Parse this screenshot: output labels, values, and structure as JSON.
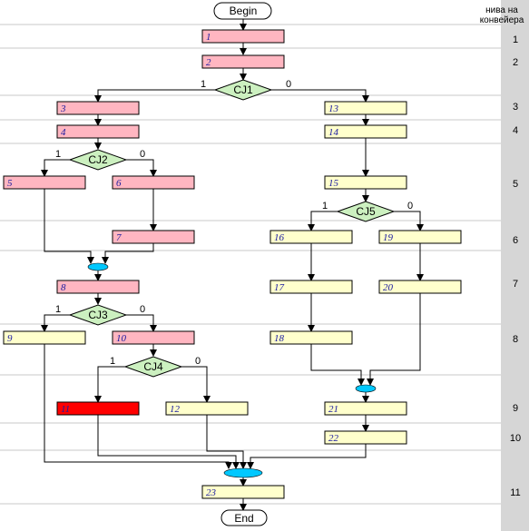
{
  "header": {
    "line1": "нива на",
    "line2": "конвейера"
  },
  "terminals": {
    "begin": "Begin",
    "end": "End"
  },
  "levels": [
    "1",
    "2",
    "3",
    "4",
    "5",
    "6",
    "7",
    "8",
    "9",
    "10",
    "11"
  ],
  "branch": {
    "yes": "1",
    "no": "0"
  },
  "decisions": [
    "CJ1",
    "CJ2",
    "CJ3",
    "CJ4",
    "CJ5"
  ],
  "blocks": [
    "1",
    "2",
    "3",
    "4",
    "5",
    "6",
    "7",
    "8",
    "9",
    "10",
    "11",
    "12",
    "13",
    "14",
    "15",
    "16",
    "17",
    "18",
    "19",
    "20",
    "21",
    "22",
    "23"
  ],
  "colors": {
    "pink": "#ffb6c1",
    "yellow": "#ffffcc",
    "red": "#ff0000",
    "diamond": "#ccf0c0",
    "join": "#00c8ff",
    "stripe": "#d6d6d6",
    "line": "#000000"
  }
}
